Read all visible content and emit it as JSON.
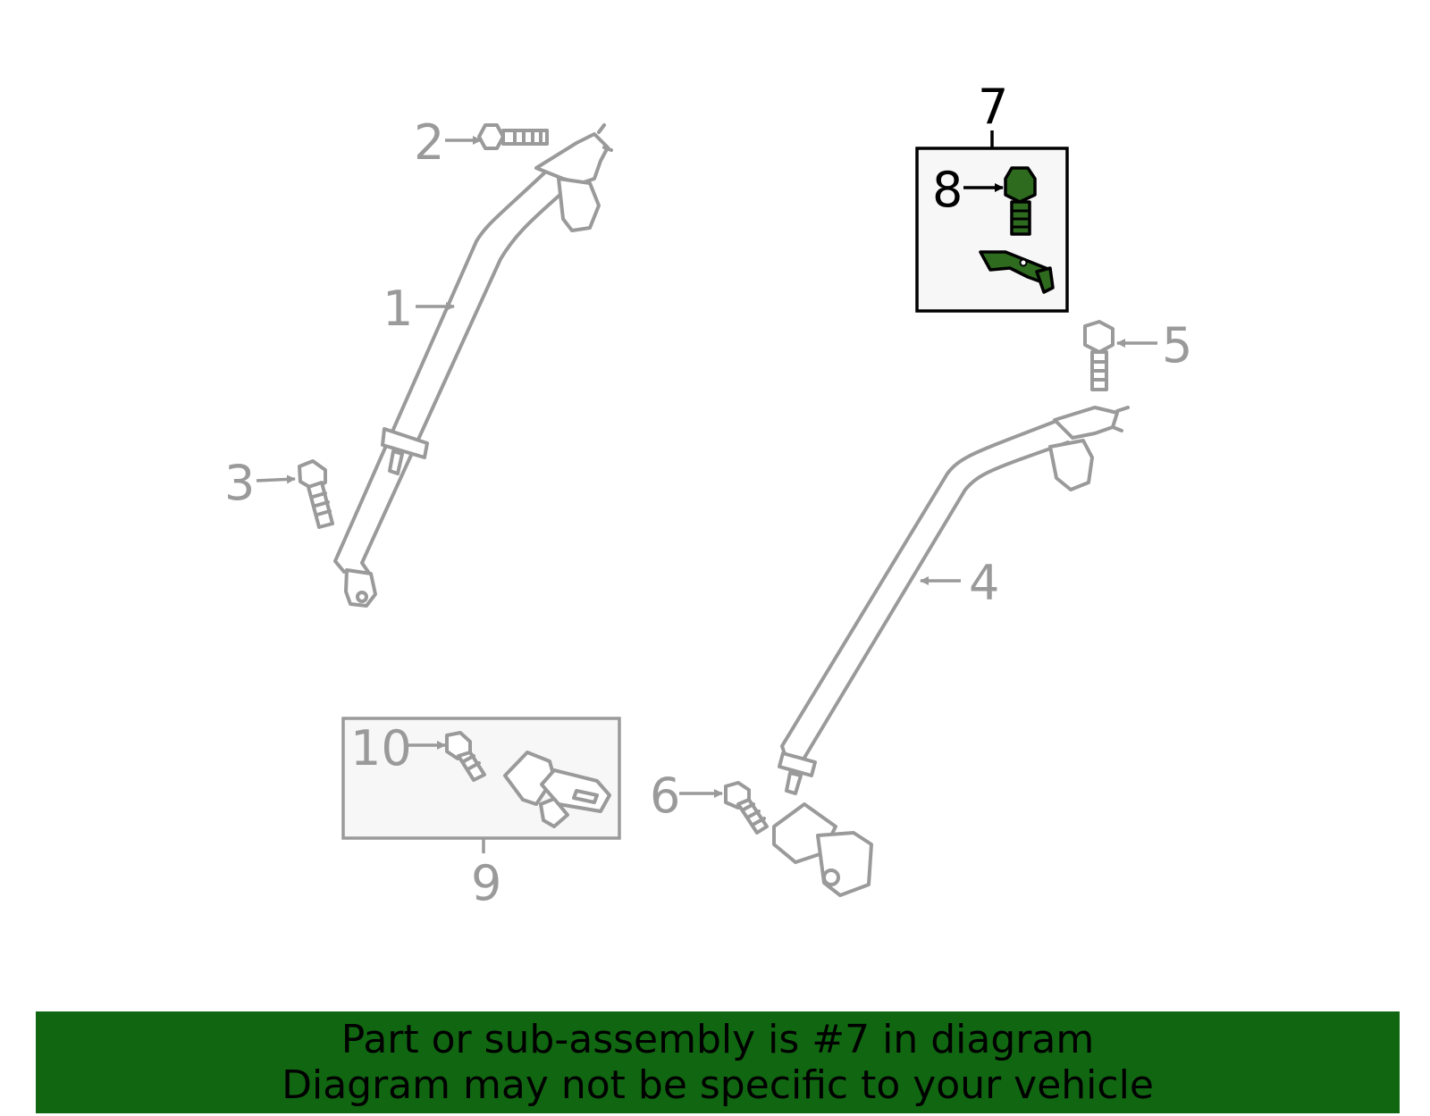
{
  "diagram": {
    "callouts": {
      "c1": "1",
      "c2": "2",
      "c3": "3",
      "c4": "4",
      "c5": "5",
      "c6": "6",
      "c7": "7",
      "c8": "8",
      "c9": "9",
      "c10": "10"
    },
    "highlight_color": "#2e6b1f",
    "part_color": "#9a9a9a"
  },
  "banner": {
    "line1": "Part or sub-assembly is #7 in diagram",
    "line2": "Diagram may not be specific to your vehicle",
    "background": "#116611"
  }
}
